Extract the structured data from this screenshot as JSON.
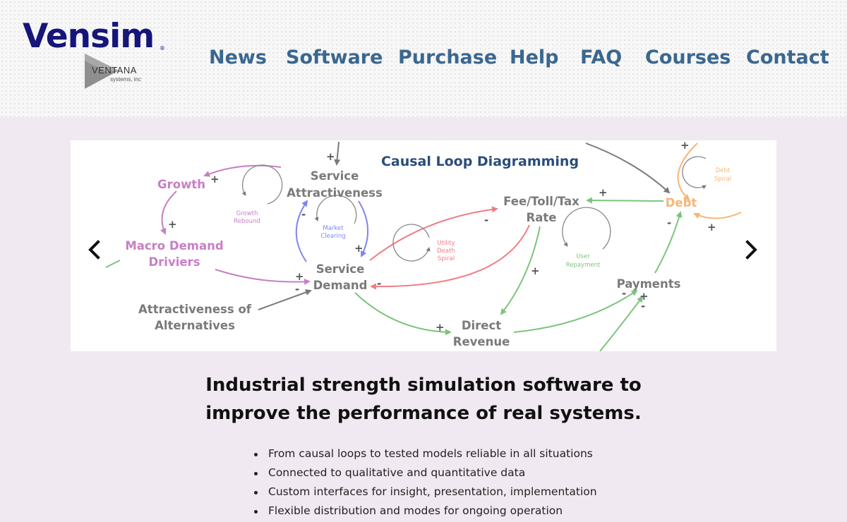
{
  "brand": {
    "name": "Vensim",
    "reg": "®",
    "company": "VENTANA",
    "company_sub": "systems, inc"
  },
  "nav": [
    {
      "label": "News"
    },
    {
      "label": "Software"
    },
    {
      "label": "Purchase"
    },
    {
      "label": "Help"
    },
    {
      "label": "FAQ"
    },
    {
      "label": "Courses"
    },
    {
      "label": "Contact"
    }
  ],
  "carousel": {
    "slide_title": "Causal Loop Diagramming",
    "nodes": {
      "growth": "Growth",
      "macro_1": "Macro Demand",
      "macro_2": "Driviers",
      "serv_attr_1": "Service",
      "serv_attr_2": "Attractiveness",
      "serv_dem_1": "Service",
      "serv_dem_2": "Demand",
      "alt_1": "Attractiveness of",
      "alt_2": "Alternatives",
      "fee_1": "Fee/Toll/Tax",
      "fee_2": "Rate",
      "debt": "Debt",
      "payments": "Payments",
      "rev_1": "Direct",
      "rev_2": "Revenue"
    },
    "loops": {
      "growth_1": "Growth",
      "growth_2": "Rebound",
      "market_1": "Market",
      "market_2": "Clearing",
      "utility_1": "Utility",
      "utility_2": "Death",
      "utility_3": "Spiral",
      "user_1": "User",
      "user_2": "Repayment",
      "debt_1": "Debt",
      "debt_2": "Spiral"
    },
    "colors": {
      "growth": "#c77fc4",
      "neutral": "#7a7a7a",
      "title": "#2a4d7a",
      "blue": "#7f86ee",
      "red": "#f07c84",
      "green": "#7cc47c",
      "orange": "#f8b574"
    }
  },
  "tagline": {
    "line1": "Industrial strength simulation software to",
    "line2": "improve the performance of real systems."
  },
  "features": [
    "From causal loops to tested models reliable in all situations",
    "Connected to qualitative and quantitative data",
    "Custom interfaces for insight, presentation, implementation",
    "Flexible distribution and modes for ongoing operation"
  ]
}
